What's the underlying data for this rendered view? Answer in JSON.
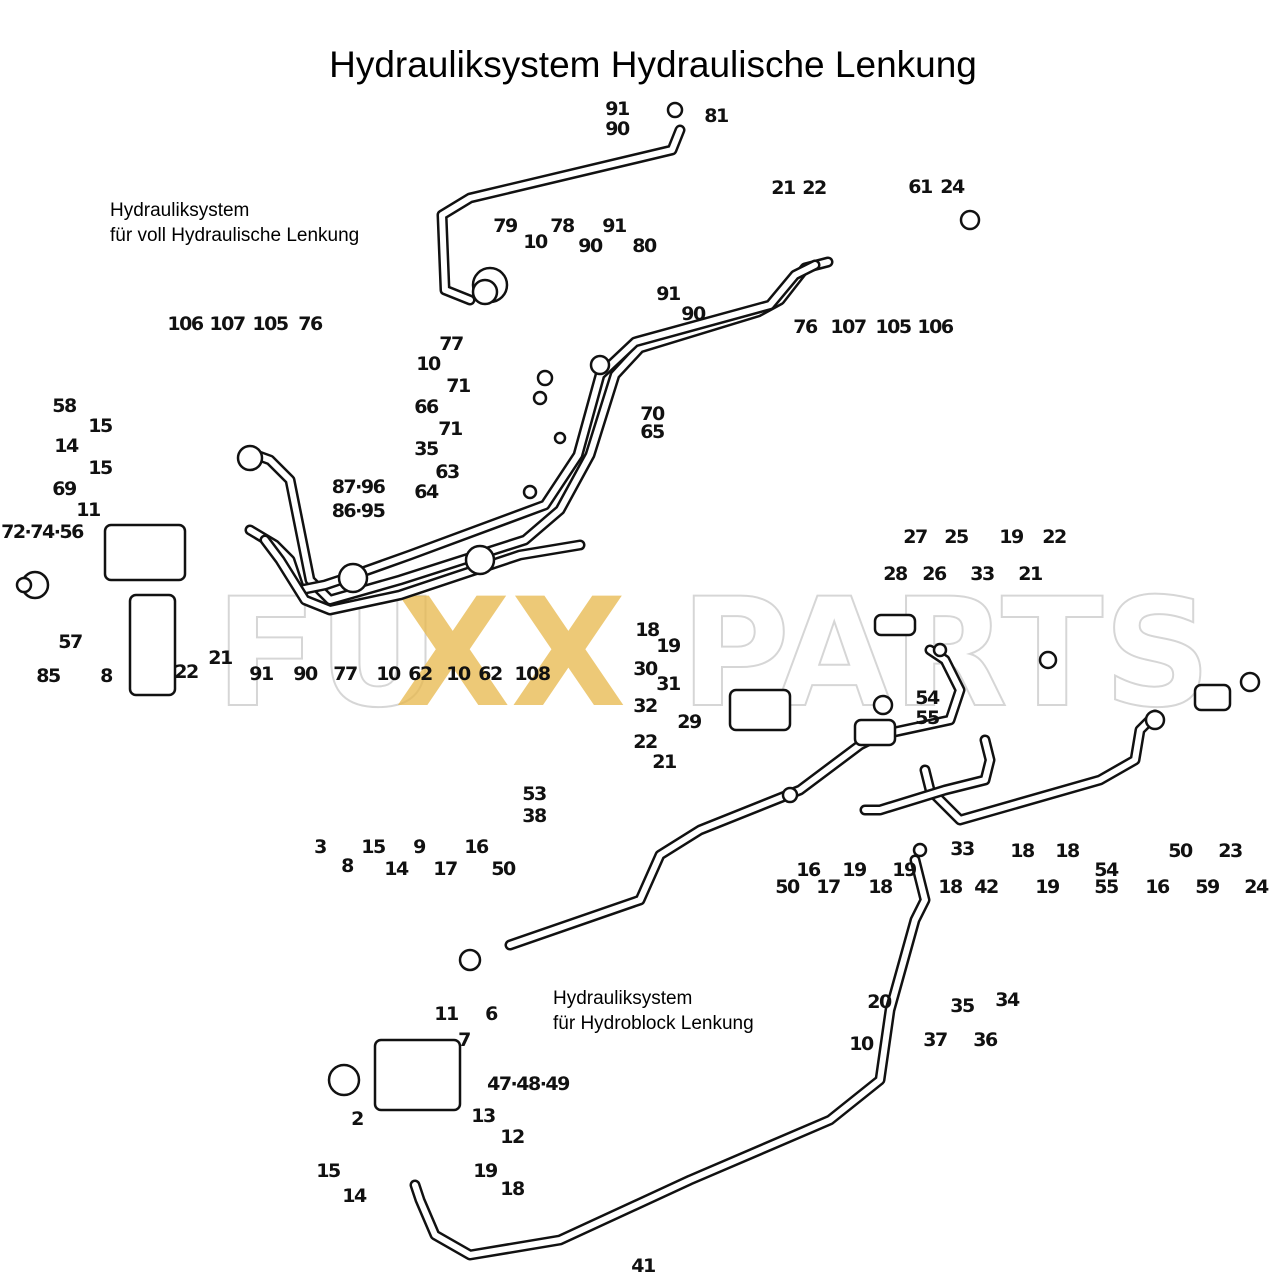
{
  "title": "Hydrauliksystem Hydraulische Lenkung",
  "captions": [
    {
      "line1": "Hydrauliksystem",
      "line2": "für voll Hydraulische Lenkung"
    },
    {
      "line1": "Hydrauliksystem",
      "line2": "für Hydroblock Lenkung"
    }
  ],
  "watermark": {
    "part1": "FU",
    "part2": "XX",
    "part3": "PARTS"
  },
  "part_labels": [
    "91",
    "90",
    "81",
    "21",
    "22",
    "61",
    "24",
    "79",
    "10",
    "78",
    "90",
    "91",
    "80",
    "91",
    "90",
    "76",
    "107",
    "105",
    "106",
    "106",
    "107",
    "105",
    "76",
    "77",
    "10",
    "71",
    "66",
    "70",
    "65",
    "71",
    "35",
    "63",
    "64",
    "58",
    "15",
    "14",
    "15",
    "69",
    "11",
    "87·96",
    "86·95",
    "72·74·56",
    "85",
    "57",
    "8",
    "22",
    "21",
    "91",
    "90",
    "77",
    "10",
    "62",
    "10",
    "62",
    "108",
    "27",
    "25",
    "19",
    "22",
    "28",
    "26",
    "33",
    "21",
    "18",
    "19",
    "30",
    "31",
    "32",
    "54",
    "55",
    "29",
    "22",
    "21",
    "50",
    "16",
    "17",
    "19",
    "18",
    "33",
    "19",
    "18",
    "42",
    "18",
    "19",
    "18",
    "54",
    "55",
    "16",
    "50",
    "59",
    "23",
    "24",
    "53",
    "38",
    "3",
    "8",
    "15",
    "14",
    "9",
    "17",
    "16",
    "50",
    "20",
    "10",
    "37",
    "35",
    "36",
    "34",
    "11",
    "7",
    "6",
    "47·48·49",
    "13",
    "12",
    "2",
    "15",
    "19",
    "14",
    "18",
    "41"
  ]
}
